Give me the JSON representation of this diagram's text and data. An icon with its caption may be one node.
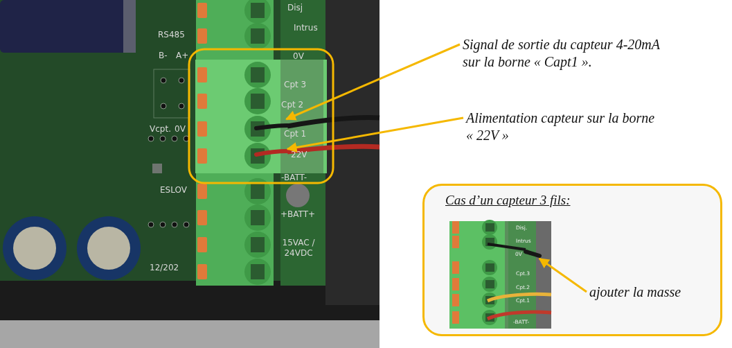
{
  "diagram": {
    "nodes": [
      {
        "text": [
          "Signal de sortie du capteur 4-20mA sur la borne « Capt1 »."
        ]
      },
      {
        "text": [],
        "shape": "picture"
      },
      {
        "text": [
          "Alimentation capteur sur la borne « 22V »"
        ]
      },
      {
        "text": [],
        "shape": "picture"
      },
      {
        "text": [
          "Cas d’un capteur 3 fils:"
        ]
      },
      {
        "text": [
          "ajouter la masse"
        ],
        "in": 4
      },
      {
        "text": [],
        "shape": "picture",
        "in": 4
      }
    ],
    "edges": [
      {
        "from": 0,
        "to": 1,
        "arrow": "to"
      },
      {
        "from": 2,
        "to": 3,
        "arrow": "to"
      },
      {
        "from": 5,
        "to": 6,
        "arrow": "to"
      }
    ],
    "labels": [
      "Disj",
      "Intrus",
      "RS485",
      "B-",
      "A+",
      "0V",
      "Cpt 3",
      "Cpt 2",
      "Cpt 1",
      "22V",
      "Vcpt.",
      "0V",
      "ESLOV",
      "-BATT-",
      "+BATT+",
      "15VAC / 24VDC",
      "12/202",
      "Disj.",
      "Intrus",
      "0V",
      "Cpt.3",
      "Cpt.2",
      "Cpt.1",
      "-BATT-"
    ]
  }
}
